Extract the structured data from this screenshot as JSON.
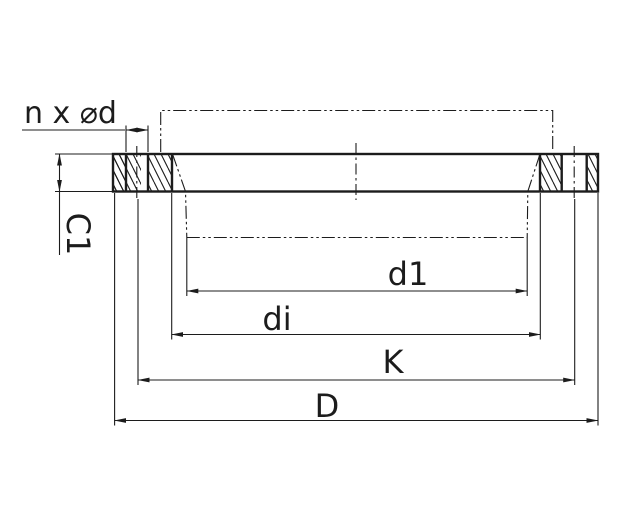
{
  "drawing": {
    "labels": {
      "bolt_holes": "n x ⌀d",
      "thickness": "C1",
      "raised_face_diameter": "d1",
      "inner_diameter": "di",
      "bolt_circle": "K",
      "outer_diameter": "D"
    },
    "colors": {
      "line": "#1c1c1c",
      "background": "#ffffff"
    }
  }
}
